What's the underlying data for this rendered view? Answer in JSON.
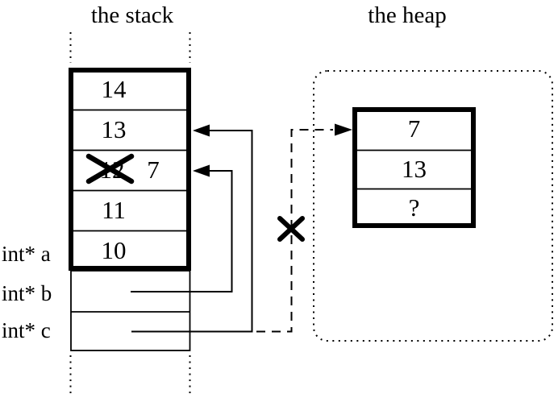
{
  "titles": {
    "stack": "the stack",
    "heap": "the heap"
  },
  "stack": {
    "cells": [
      {
        "value": "14"
      },
      {
        "value": "13"
      },
      {
        "old_value": "12",
        "new_value": "7",
        "crossed_out": true
      },
      {
        "value": "11"
      },
      {
        "value": "10"
      }
    ],
    "labels": [
      {
        "text": "int* a"
      },
      {
        "text": "int* b"
      },
      {
        "text": "int* c"
      }
    ]
  },
  "heap": {
    "cells": [
      {
        "value": "7"
      },
      {
        "value": "13"
      },
      {
        "value": "?"
      }
    ]
  },
  "marks": {
    "overwritten_value": "x-cross-icon",
    "deleted_pointer": "x-cross-icon"
  },
  "colors": {
    "ink": "#000000",
    "background": "#ffffff"
  }
}
